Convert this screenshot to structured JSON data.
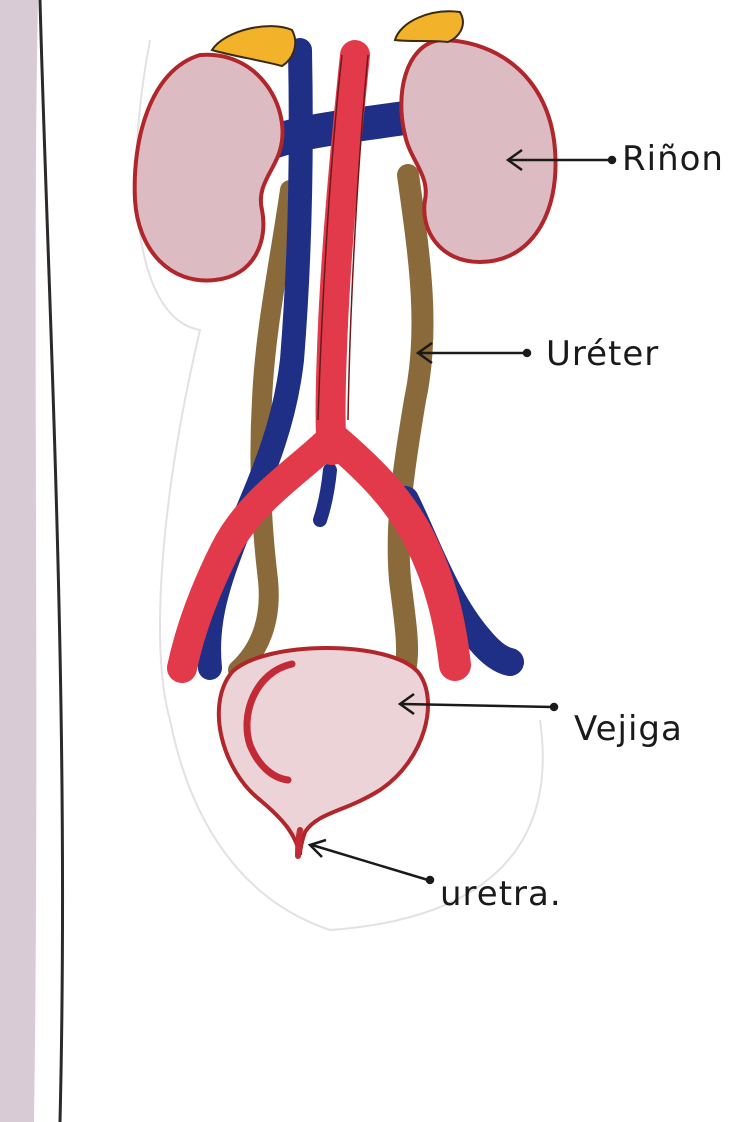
{
  "diagram": {
    "labels": {
      "rinon": "Riñon",
      "ureter": "Uréter",
      "vejiga": "Vejiga",
      "uretra": "uretra."
    }
  },
  "colors": {
    "kidney_fill": "#dcbcc2",
    "kidney_outline": "#b0262a",
    "adrenal": "#f2b22a",
    "vein": "#1f2f86",
    "artery": "#e23a4a",
    "ureter": "#8a6a3a",
    "bladder_fill": "#ecd3d8",
    "paper": "#ffffff",
    "margin_shadow": "#cbb7c8"
  }
}
